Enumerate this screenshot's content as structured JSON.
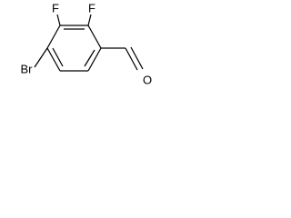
{
  "molecule": {
    "atoms": {
      "fluorine_top_left": "F",
      "fluorine_top_right": "F",
      "bromine": "Br",
      "aldehyde_oxygen": "O"
    }
  },
  "colors": {
    "background": "#ffffff",
    "ink": "#000000"
  }
}
